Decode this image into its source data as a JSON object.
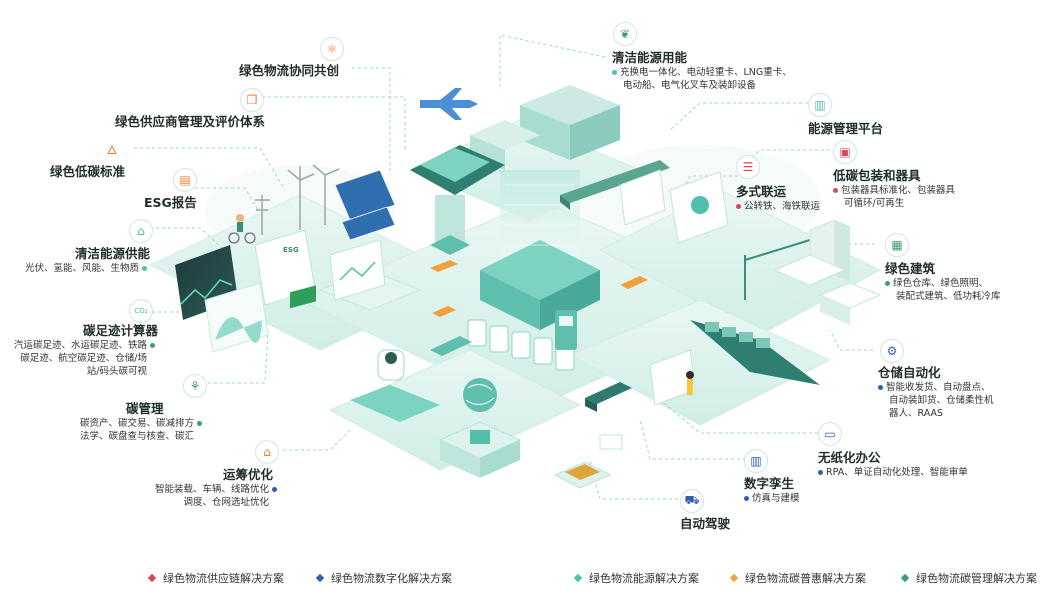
{
  "labels": {
    "green_logistics_collab": "绿色物流协同共创",
    "supplier_mgmt": "绿色供应商管理及评价体系",
    "low_carbon_std": "绿色低碳标准",
    "esg_report": "ESG报告",
    "clean_energy_supply": {
      "title": "清洁能源供能",
      "desc": "光伏、氢能、风能、生物质"
    },
    "carbon_calc": {
      "title": "碳足迹计算器",
      "desc1": "汽运碳足迹、水运碳足迹、铁路",
      "desc2": "碳足迹、航空碳足迹、仓储/场",
      "desc3": "站/码头碳可视"
    },
    "carbon_mgmt": {
      "title": "碳管理",
      "desc1": "碳资产、碳交易、碳减排方",
      "desc2": "法学、碳盘查与核查、碳汇"
    },
    "transport_opt": {
      "title": "运筹优化",
      "desc1": "智能装载、车辆、线路优化",
      "desc2": "调度、仓网选址优化"
    },
    "clean_energy_use": {
      "title": "清洁能源用能",
      "desc1": "充换电一体化、电动轻重卡、LNG重卡、",
      "desc2": "电动船、电气化叉车及装卸设备"
    },
    "energy_platform": "能源管理平台",
    "low_carbon_pack": {
      "title": "低碳包装和器具",
      "desc1": "包装器具标准化、包装器具",
      "desc2": "可循环/可再生"
    },
    "multimodal": {
      "title": "多式联运",
      "desc": "公转铁、海铁联运"
    },
    "green_building": {
      "title": "绿色建筑",
      "desc1": "绿色仓库、绿色照明、",
      "desc2": "装配式建筑、低功耗冷库"
    },
    "warehouse_auto": {
      "title": "仓储自动化",
      "desc1": "智能收发货、自动盘点、",
      "desc2": "自动装卸货、仓储柔性机",
      "desc3": "器人、RAAS"
    },
    "paperless": {
      "title": "无纸化办公",
      "desc": "RPA、单证自动化处理、智能审单"
    },
    "digital_twin": {
      "title": "数字孪生",
      "desc": "仿真与建模"
    },
    "auto_drive": "自动驾驶",
    "screen_esg": "ESG"
  },
  "legend": [
    {
      "label": "绿色物流供应链解决方案",
      "color": "#d9475a"
    },
    {
      "label": "绿色物流数字化解决方案",
      "color": "#2f5fb3"
    },
    {
      "label": "绿色物流能源解决方案",
      "color": "#4fbfae"
    },
    {
      "label": "绿色物流碳普惠解决方案",
      "color": "#f0a640"
    },
    {
      "label": "绿色物流碳管理解决方案",
      "color": "#3e9e6e"
    }
  ],
  "colors": {
    "teal": "#4fbfae",
    "orange": "#ef7d33",
    "green": "#3e9e6e",
    "blue": "#2f5fb3",
    "red": "#d9475a"
  },
  "icons": [
    "atom-icon",
    "layers-icon",
    "flame-icon",
    "document-icon",
    "house-icon",
    "co2-icon",
    "sprout-icon",
    "leaf-icon",
    "chart-icon",
    "box-icon",
    "train-icon",
    "building-icon",
    "robot-arm-icon",
    "monitor-icon",
    "twin-chart-icon",
    "car-icon"
  ]
}
